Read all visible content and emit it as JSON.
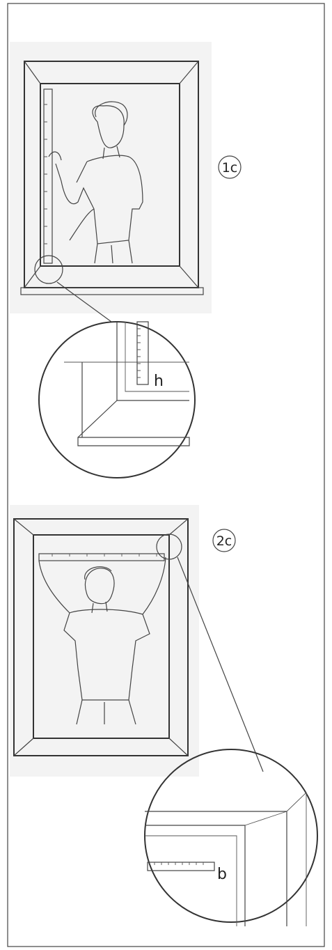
{
  "steps": [
    {
      "badge": "1c",
      "detail_label": "h"
    },
    {
      "badge": "2c",
      "detail_label": "b"
    }
  ],
  "colors": {
    "stroke": "#333333",
    "panel_bg": "#f3f3f3",
    "background": "#ffffff"
  }
}
